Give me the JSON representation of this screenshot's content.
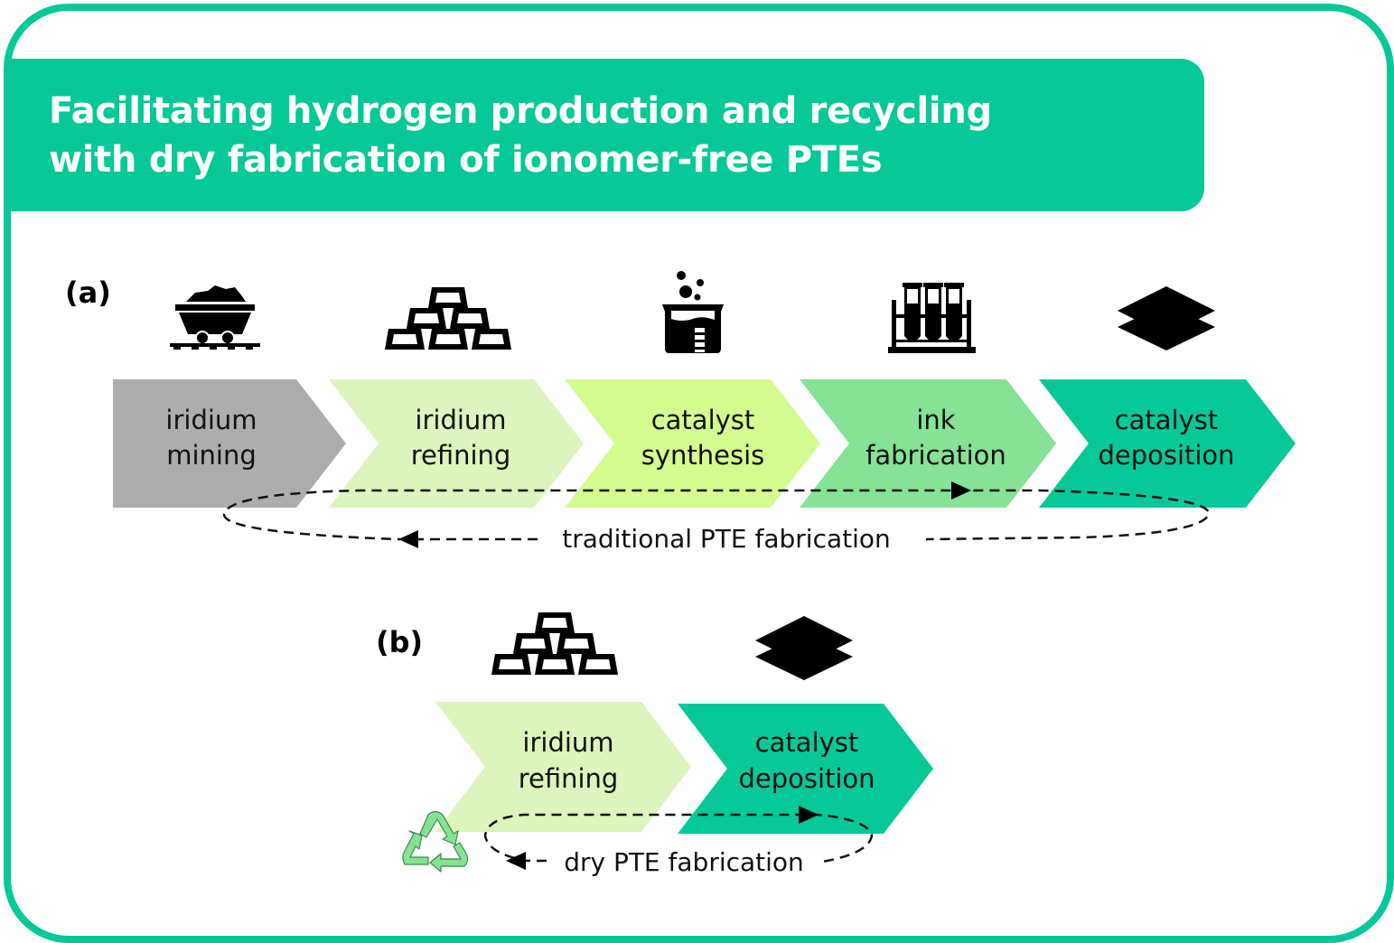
{
  "title": {
    "line1": "Facilitating hydrogen production and recycling",
    "line2": "with dry fabrication of ionomer-free PTEs"
  },
  "colors": {
    "accent": "#07c898",
    "mining": "#adadad",
    "refining": "#dcf5bc",
    "synthesis": "#d4fb8f",
    "ink": "#86e295",
    "deposition": "#07c898",
    "recycle": "#86e295"
  },
  "panel_a": {
    "label": "(a)",
    "steps": [
      {
        "line1": "iridium",
        "line2": "mining",
        "icon": "mine-cart-icon"
      },
      {
        "line1": "iridium",
        "line2": "refining",
        "icon": "gold-bars-icon"
      },
      {
        "line1": "catalyst",
        "line2": "synthesis",
        "icon": "beaker-icon"
      },
      {
        "line1": "ink",
        "line2": "fabrication",
        "icon": "test-tubes-icon"
      },
      {
        "line1": "catalyst",
        "line2": "deposition",
        "icon": "layers-icon"
      }
    ],
    "loop_label": "traditional PTE fabrication"
  },
  "panel_b": {
    "label": "(b)",
    "steps": [
      {
        "line1": "iridium",
        "line2": "refining",
        "icon": "gold-bars-icon"
      },
      {
        "line1": "catalyst",
        "line2": "deposition",
        "icon": "layers-icon"
      }
    ],
    "loop_label": "dry PTE fabrication",
    "extra_icon": "recycle-icon"
  }
}
